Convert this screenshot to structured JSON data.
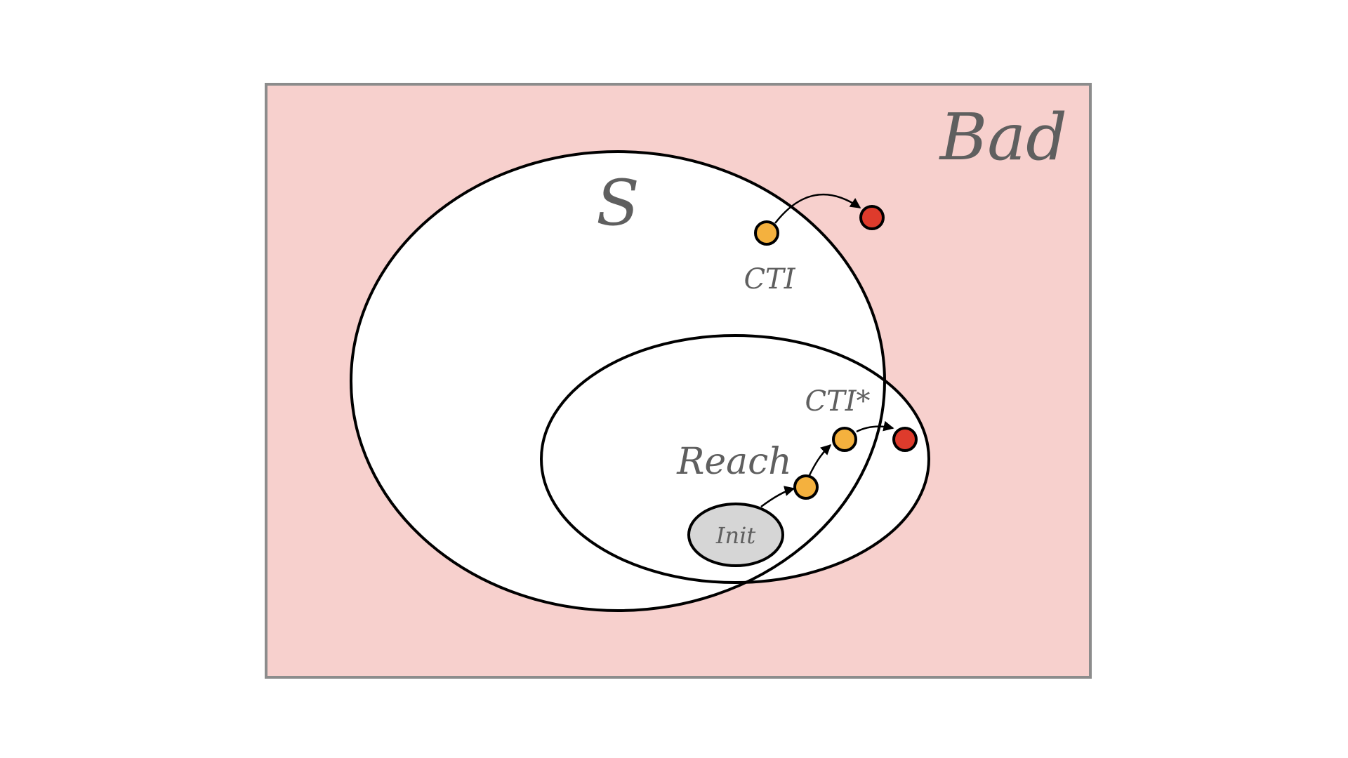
{
  "labels": {
    "bad": "Bad",
    "s": "S",
    "cti": "CTI",
    "cti_star": "CTI*",
    "reach": "Reach",
    "init": "Init"
  },
  "colors": {
    "bad_fill": "#f7d0cd",
    "frame_stroke": "#8c8c8c",
    "region_fill": "#ffffff",
    "stroke": "#000000",
    "label_text": "#5f5f5f",
    "init_fill": "#d6d6d6",
    "state_ok": "#f4b13e",
    "state_bad": "#de3b2c"
  },
  "nodes": {
    "cti_state": "state-ok",
    "cti_successor": "state-bad",
    "path_1": "state-ok",
    "path_2": "state-ok",
    "path_bad": "state-bad"
  }
}
